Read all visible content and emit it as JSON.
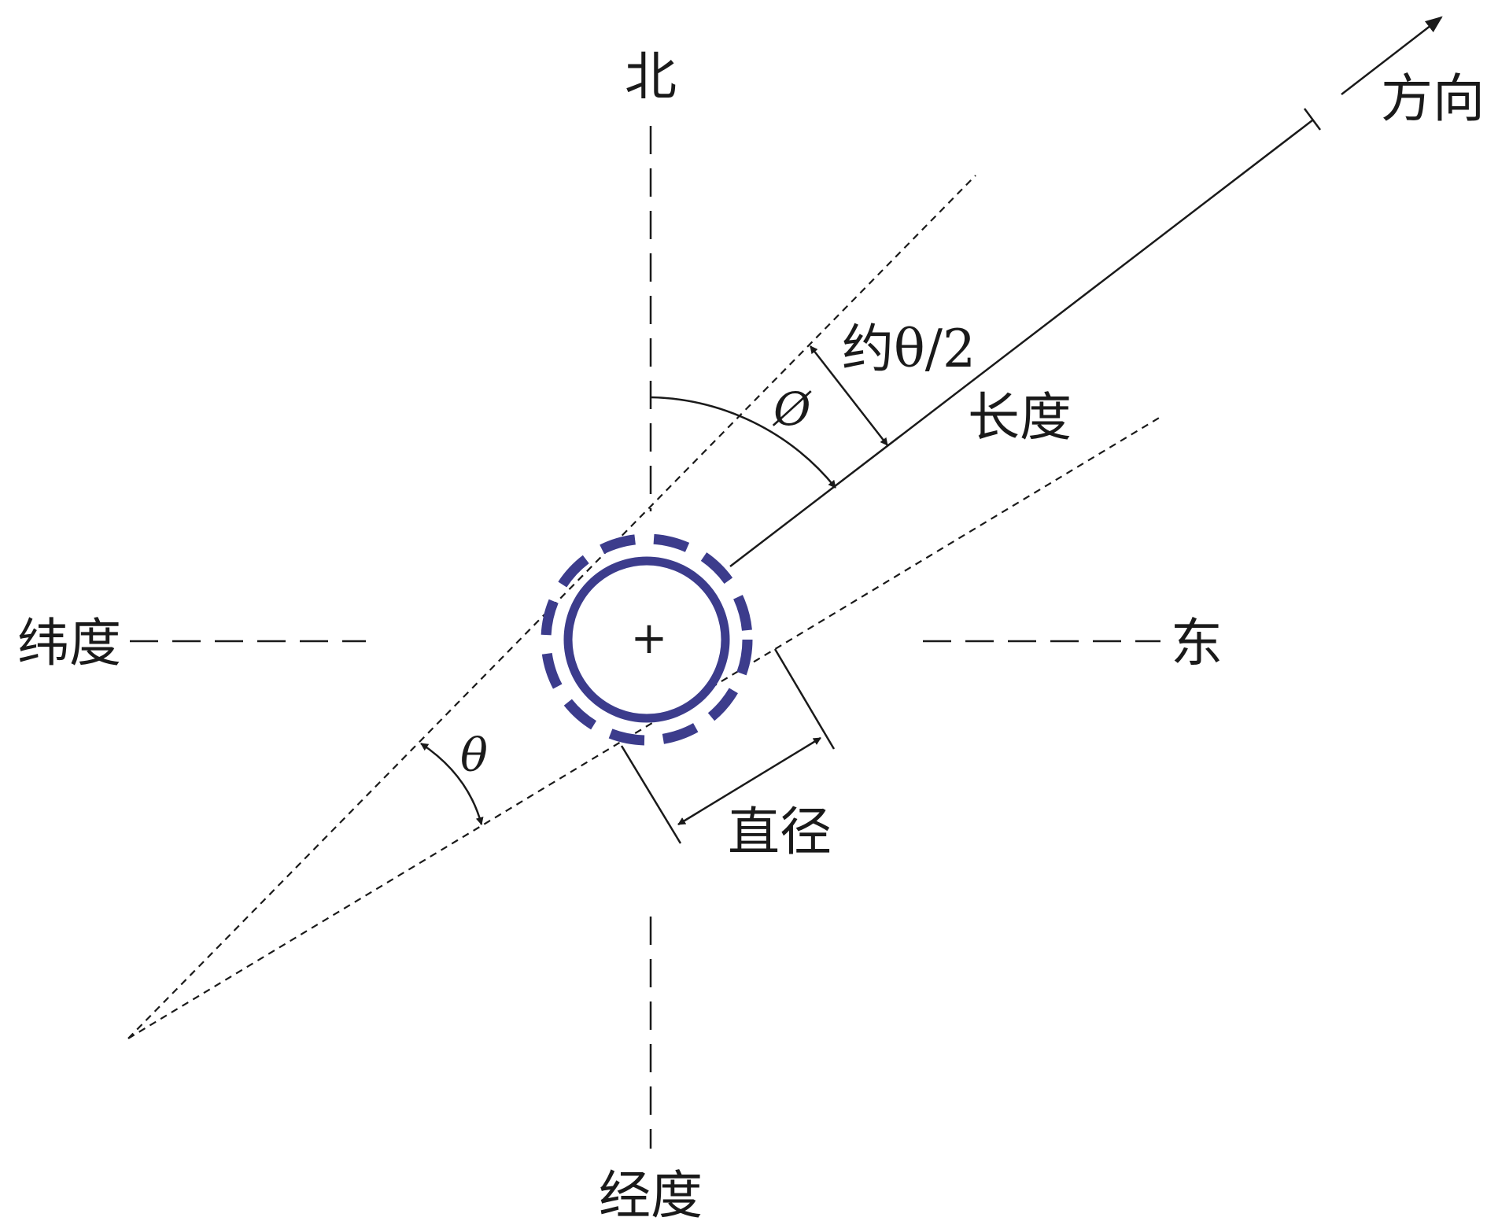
{
  "labels": {
    "north": "北",
    "direction": "方向",
    "latitude": "纬度",
    "east": "东",
    "longitude": "经度",
    "length": "长度",
    "diameter": "直径",
    "half_theta": "约θ/2",
    "phi": "Ø",
    "theta": "θ",
    "center_mark": "+"
  },
  "colors": {
    "line": "#1a1a1a",
    "circle": "#3c3c8c",
    "background": "#ffffff"
  }
}
